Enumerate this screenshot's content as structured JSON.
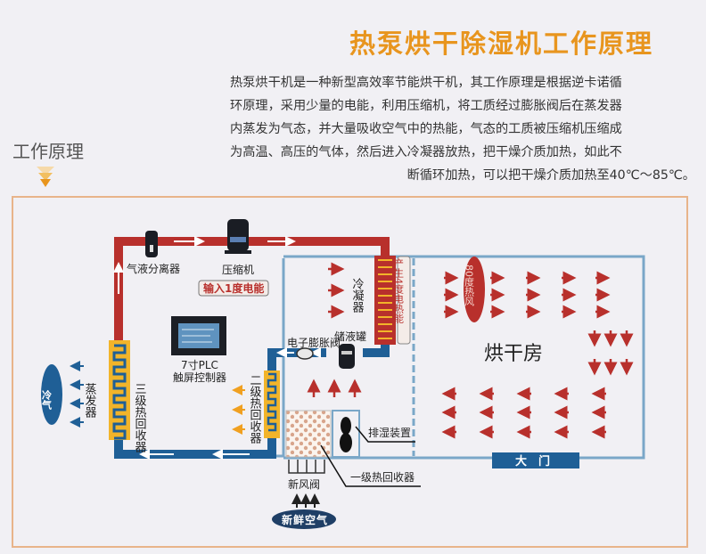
{
  "header": {
    "title": "热泵烘干除湿机工作原理",
    "intro_lines": [
      "热泵烘干机是一种新型高效率节能烘干机，其工作原理是根据逆卡诺循",
      "环原理，采用少量的电能，利用压缩机，将工质经过膨胀阀后在蒸发器",
      "内蒸发为气态，并大量吸收空气中的热能，气态的工质被压缩机压缩成",
      "为高温、高压的气体，然后进入冷凝器放热，把干燥介质加热，如此不",
      "断循环加热，可以把干燥介质加热至40℃～85℃。"
    ]
  },
  "section": {
    "label": "工作原理",
    "arrow_icon": "double-chevron-down-icon"
  },
  "colors": {
    "title": "#e8951e",
    "hot_pipe": "#b8302c",
    "cold_pipe": "#1f5f96",
    "room_wall": "#7aa7c8",
    "coil": "#f2b42a",
    "frame": "#e8b48a",
    "warm_arrow": "#f0a020",
    "cold_arrow": "#1f5f96"
  },
  "diagram": {
    "gas_liquid_separator": "气液分离器",
    "compressor": "压缩机",
    "input_energy": "输入1度电能",
    "plc_controller_line1": "7寸PLC",
    "plc_controller_line2": "触屏控制器",
    "condenser": "冷凝器",
    "heat_output": "产生4度电热能",
    "liquid_receiver": "储液罐",
    "expansion_valve": "电子膨胀阀",
    "evaporator": "蒸发器",
    "cold_air": "冷气",
    "third_heat_recovery": "三级热回收器",
    "second_heat_recovery": "二级热回收器",
    "first_heat_recovery": "一级热回收器",
    "dehumidifier": "排湿装置",
    "fresh_air_valve": "新风阀",
    "fresh_air": "新鲜空气",
    "hot_air": "80度热风",
    "drying_room": "烘干房",
    "main_door": "大　门"
  }
}
